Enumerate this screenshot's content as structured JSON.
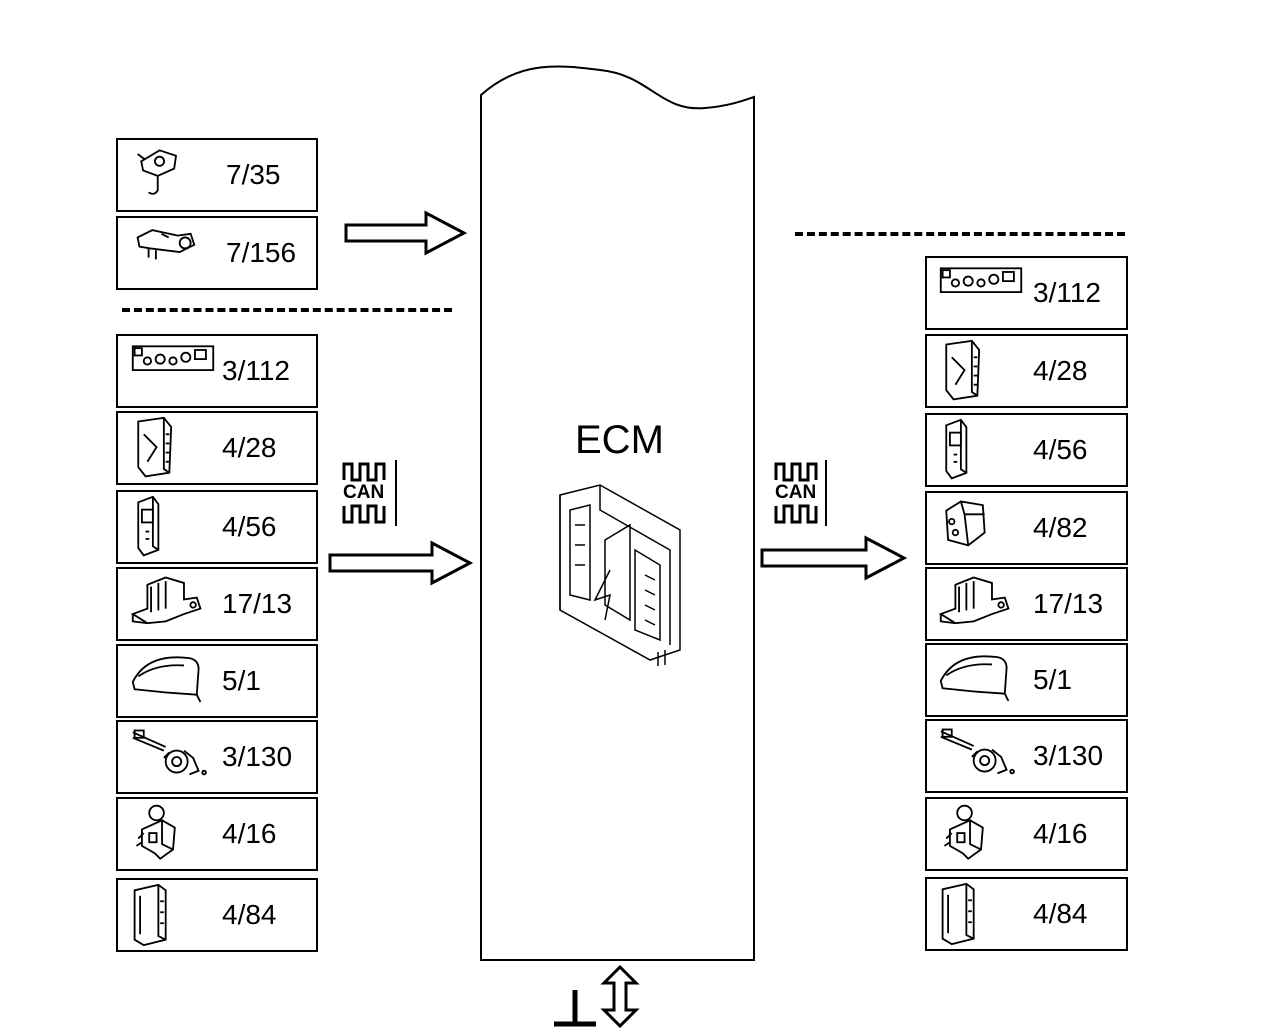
{
  "ecm": {
    "title": "ECM"
  },
  "can": {
    "label": "CAN"
  },
  "left_top": [
    {
      "code": "7/35",
      "icon": "sensor-icon"
    },
    {
      "code": "7/156",
      "icon": "actuator-icon"
    }
  ],
  "left_bottom": [
    {
      "code": "3/112",
      "icon": "switch-panel-icon"
    },
    {
      "code": "4/28",
      "icon": "control-unit-icon"
    },
    {
      "code": "4/56",
      "icon": "control-unit-slim-icon"
    },
    {
      "code": "17/13",
      "icon": "bracket-module-icon"
    },
    {
      "code": "5/1",
      "icon": "instrument-cluster-icon"
    },
    {
      "code": "3/130",
      "icon": "steering-stalk-icon"
    },
    {
      "code": "4/16",
      "icon": "ignition-module-icon"
    },
    {
      "code": "4/84",
      "icon": "module-box-icon"
    }
  ],
  "right": [
    {
      "code": "3/112",
      "icon": "switch-panel-icon"
    },
    {
      "code": "4/28",
      "icon": "control-unit-icon"
    },
    {
      "code": "4/56",
      "icon": "control-unit-slim-icon"
    },
    {
      "code": "4/82",
      "icon": "abs-module-icon"
    },
    {
      "code": "17/13",
      "icon": "bracket-module-icon"
    },
    {
      "code": "5/1",
      "icon": "instrument-cluster-icon"
    },
    {
      "code": "3/130",
      "icon": "steering-stalk-icon"
    },
    {
      "code": "4/16",
      "icon": "ignition-module-icon"
    },
    {
      "code": "4/84",
      "icon": "module-box-icon"
    }
  ]
}
